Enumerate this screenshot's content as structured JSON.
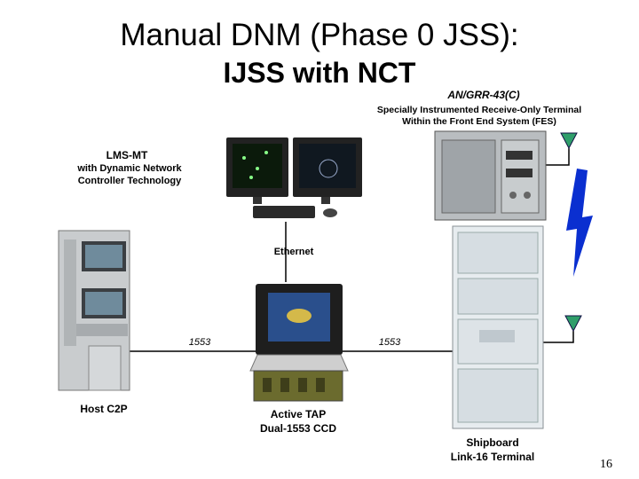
{
  "slide": {
    "title_line1": "Manual DNM (Phase 0 JSS):",
    "title_line2": "IJSS with NCT",
    "page_number": "16"
  },
  "labels": {
    "angrr_title": "AN/GRR-43(C)",
    "angrr_desc_line1": "Specially Instrumented Receive-Only Terminal",
    "angrr_desc_line2": "Within the Front End System (FES)",
    "lms_title": "LMS-MT",
    "lms_desc_line1": "with Dynamic Network",
    "lms_desc_line2": "Controller Technology",
    "ethernet": "Ethernet",
    "link_left": "1553",
    "link_right": "1553",
    "host": "Host C2P",
    "tap_line1": "Active TAP",
    "tap_line2": "Dual-1553 CCD",
    "shipboard_line1": "Shipboard",
    "shipboard_line2": "Link-16 Terminal"
  },
  "colors": {
    "antenna": "#2f9e6a",
    "lightning": "#0a2fd0",
    "connector_line": "#000000"
  }
}
